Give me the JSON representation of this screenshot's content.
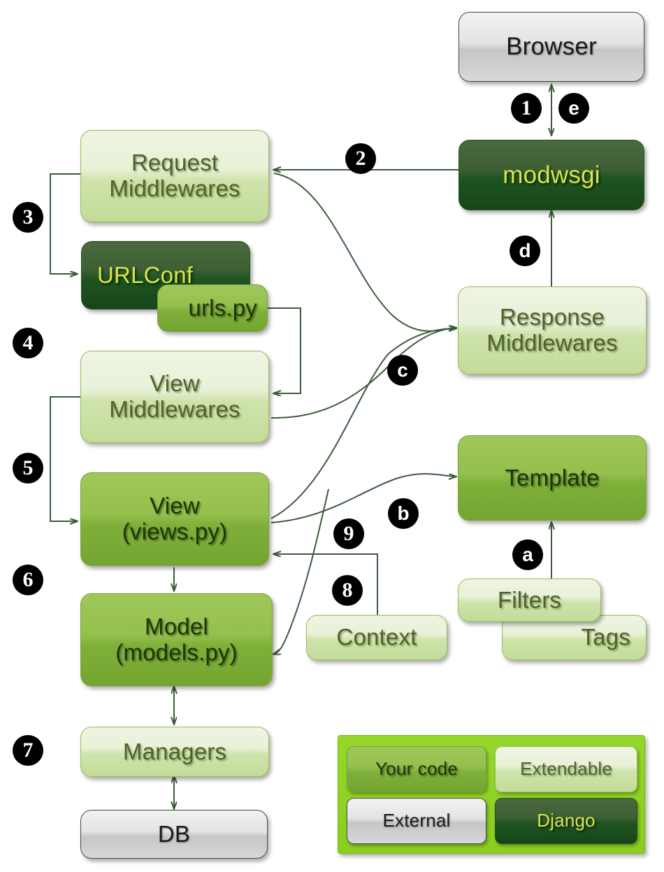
{
  "diagram": {
    "title": "Django request/response flow",
    "colors": {
      "extendable": "#cfe3ab",
      "your_code": "#8fc043",
      "django": "#1e5420",
      "external": "#d8d8d8",
      "legend_panel": "#8fd422",
      "arrow": "#3d5b3a",
      "badge_bg": "#000000",
      "badge_fg": "#ffffff"
    },
    "nodes": [
      {
        "id": "browser",
        "label": "Browser",
        "style": "external"
      },
      {
        "id": "modwsgi",
        "label": "modwsgi",
        "style": "django"
      },
      {
        "id": "request-middlewares",
        "label": "Request\nMiddlewares",
        "style": "extendable"
      },
      {
        "id": "urlconf",
        "label": "URLConf",
        "style": "django"
      },
      {
        "id": "urls-py",
        "label": "urls.py",
        "style": "your_code"
      },
      {
        "id": "view-middlewares",
        "label": "View\nMiddlewares",
        "style": "extendable"
      },
      {
        "id": "view",
        "label": "View\n(views.py)",
        "style": "your_code"
      },
      {
        "id": "model",
        "label": "Model\n(models.py)",
        "style": "your_code"
      },
      {
        "id": "managers",
        "label": "Managers",
        "style": "extendable"
      },
      {
        "id": "db",
        "label": "DB",
        "style": "external"
      },
      {
        "id": "response-middlewares",
        "label": "Response\nMiddlewares",
        "style": "extendable"
      },
      {
        "id": "template",
        "label": "Template",
        "style": "your_code"
      },
      {
        "id": "filters",
        "label": "Filters",
        "style": "extendable"
      },
      {
        "id": "tags",
        "label": "Tags",
        "style": "extendable"
      },
      {
        "id": "context",
        "label": "Context",
        "style": "extendable"
      }
    ],
    "badges": [
      {
        "id": "step-1",
        "label": "1"
      },
      {
        "id": "step-e",
        "label": "e"
      },
      {
        "id": "step-2",
        "label": "2"
      },
      {
        "id": "step-3",
        "label": "3"
      },
      {
        "id": "step-4",
        "label": "4"
      },
      {
        "id": "step-5",
        "label": "5"
      },
      {
        "id": "step-6",
        "label": "6"
      },
      {
        "id": "step-7",
        "label": "7"
      },
      {
        "id": "step-8",
        "label": "8"
      },
      {
        "id": "step-9",
        "label": "9"
      },
      {
        "id": "step-a",
        "label": "a"
      },
      {
        "id": "step-b",
        "label": "b"
      },
      {
        "id": "step-c",
        "label": "c"
      },
      {
        "id": "step-d",
        "label": "d"
      }
    ]
  },
  "labels": {
    "browser": "Browser",
    "modwsgi": "modwsgi",
    "request_middlewares_line1": "Request",
    "request_middlewares_line2": "Middlewares",
    "urlconf": "URLConf",
    "urls_py": "urls.py",
    "view_middlewares_line1": "View",
    "view_middlewares_line2": "Middlewares",
    "view_line1": "View",
    "view_line2": "(views.py)",
    "model_line1": "Model",
    "model_line2": "(models.py)",
    "managers": "Managers",
    "db": "DB",
    "response_middlewares_line1": "Response",
    "response_middlewares_line2": "Middlewares",
    "template": "Template",
    "filters": "Filters",
    "tags": "Tags",
    "context": "Context"
  },
  "badges": {
    "n1": "1",
    "n2": "2",
    "n3": "3",
    "n4": "4",
    "n5": "5",
    "n6": "6",
    "n7": "7",
    "n8": "8",
    "n9": "9",
    "la": "a",
    "lb": "b",
    "lc": "c",
    "ld": "d",
    "le": "e"
  },
  "legend": {
    "your_code": "Your code",
    "extendable": "Extendable",
    "external": "External",
    "django": "Django"
  }
}
